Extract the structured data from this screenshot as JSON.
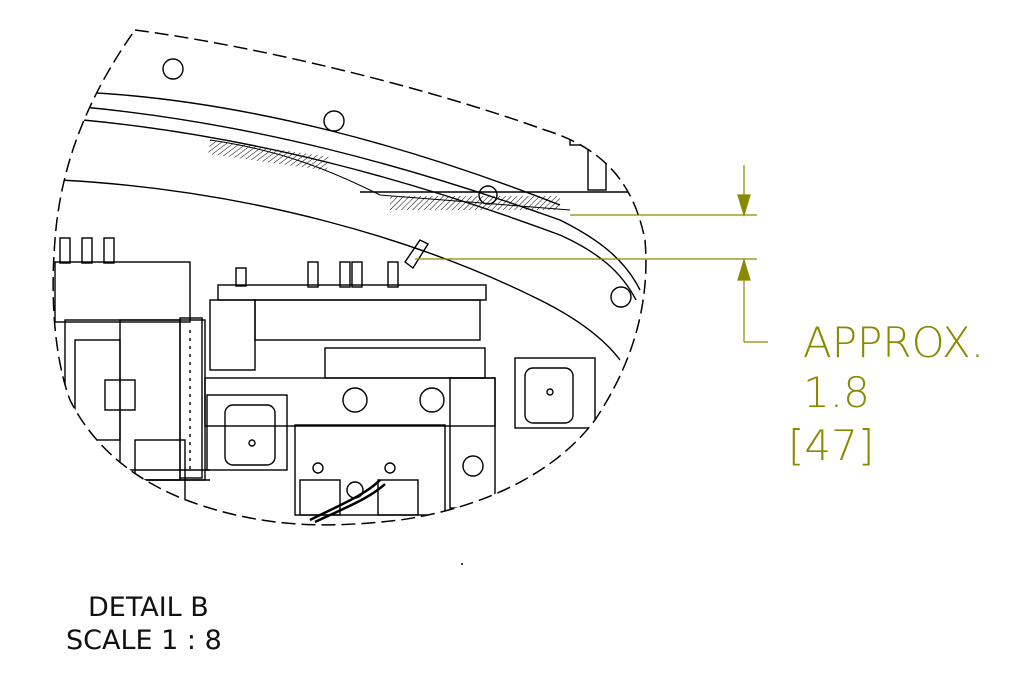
{
  "dimension": {
    "label": "APPROX.",
    "inch_value": "1.8",
    "mm_value": "[47]",
    "color": "#8a8a00"
  },
  "detail": {
    "title": "DETAIL B",
    "scale": "SCALE 1 : 8"
  },
  "line_color": "#000000"
}
